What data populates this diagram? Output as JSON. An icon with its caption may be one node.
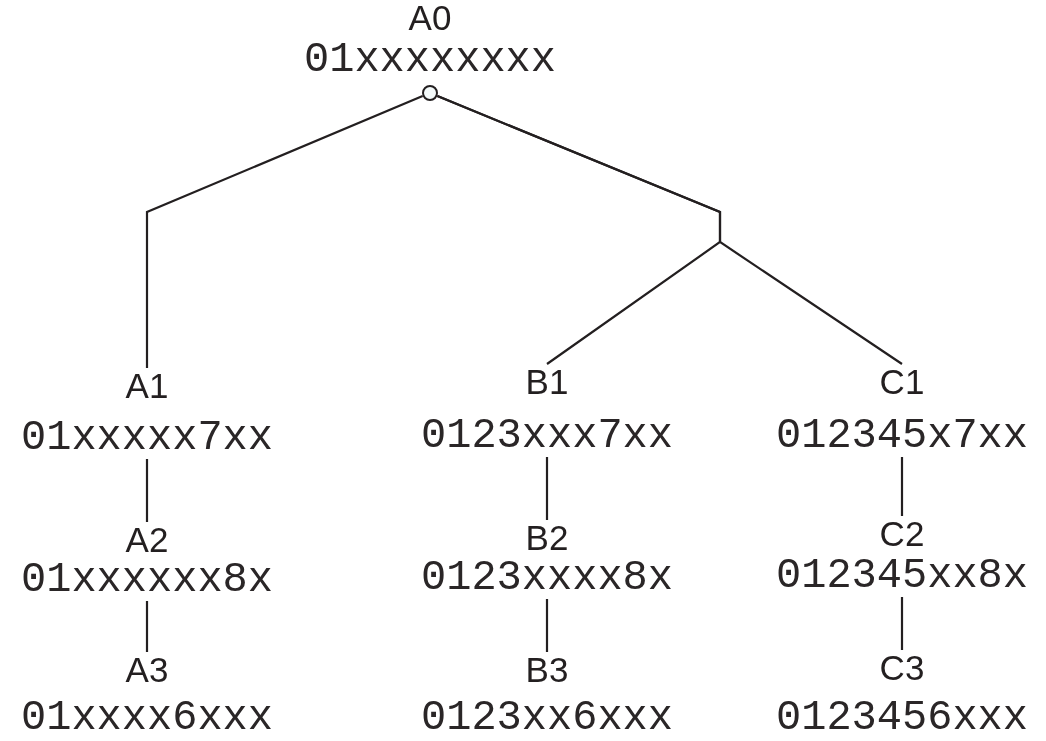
{
  "diagram": {
    "nodes": [
      {
        "text": [
          "A0",
          "01xxxxxxxx"
        ]
      },
      {
        "text": [],
        "shape": "circle"
      },
      {
        "text": [
          "A1",
          "01xxxxx7xx"
        ]
      },
      {
        "text": [
          "B1",
          "0123xxx7xx"
        ]
      },
      {
        "text": [
          "C1",
          "012345x7xx"
        ]
      },
      {
        "text": [
          "A2",
          "01xxxxxx8x"
        ]
      },
      {
        "text": [
          "B2",
          "0123xxxx8x"
        ]
      },
      {
        "text": [
          "C2",
          "012345xx8x"
        ]
      },
      {
        "text": [
          "A3",
          "01xxxx6xxx"
        ]
      },
      {
        "text": [
          "B3",
          "0123xx6xxx"
        ]
      },
      {
        "text": [
          "C3",
          "0123456xxx"
        ]
      }
    ],
    "edges": [
      {
        "from": 1,
        "to": 2,
        "arrow": "none"
      },
      {
        "from": 1,
        "to": 3,
        "arrow": "none"
      },
      {
        "from": 1,
        "to": 4,
        "arrow": "none"
      },
      {
        "from": 2,
        "to": 5,
        "arrow": "none"
      },
      {
        "from": 5,
        "to": 8,
        "arrow": "none"
      },
      {
        "from": 3,
        "to": 6,
        "arrow": "none"
      },
      {
        "from": 6,
        "to": 9,
        "arrow": "none"
      },
      {
        "from": 4,
        "to": 7,
        "arrow": "none"
      },
      {
        "from": 7,
        "to": 10,
        "arrow": "none"
      }
    ]
  }
}
